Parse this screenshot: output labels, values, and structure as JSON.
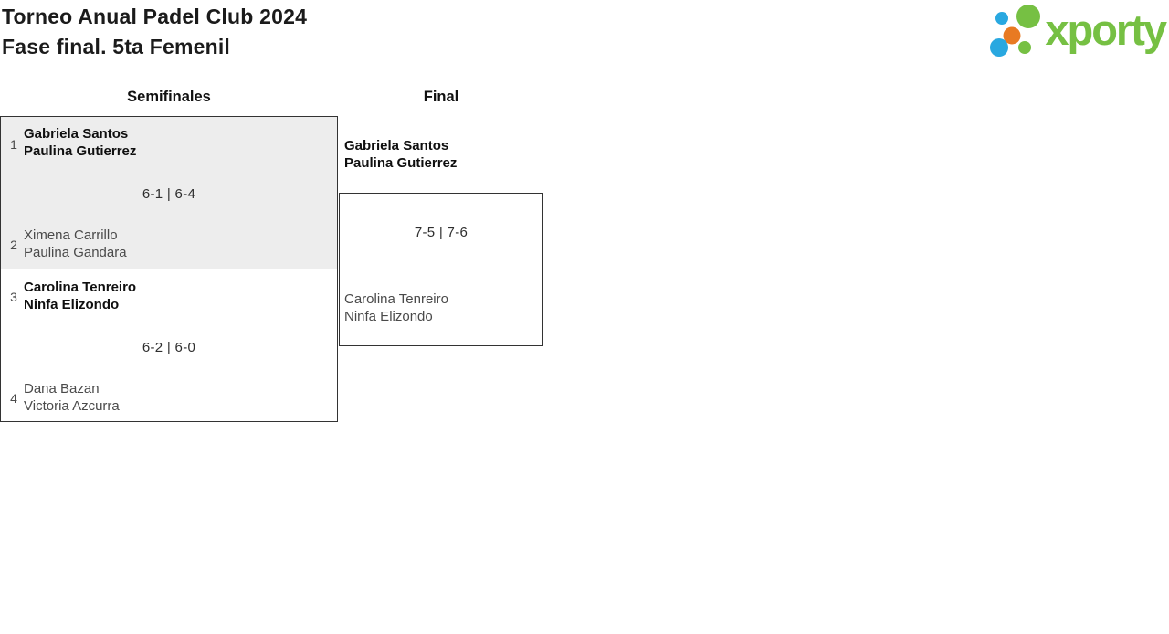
{
  "header": {
    "title_line1": "Torneo Anual Padel Club 2024",
    "title_line2": "Fase final. 5ta Femenil"
  },
  "logo": {
    "text": "xporty"
  },
  "colors": {
    "logo_green": "#76C043",
    "logo_blue": "#29A8E0",
    "logo_orange": "#E87A22",
    "match_highlight_fill": "#EDEDED",
    "box_border": "#333333",
    "winner_text": "#0F0F0F",
    "loser_text": "#4A4A4A"
  },
  "bracket": {
    "rounds": [
      {
        "label": "Semifinales",
        "matches": [
          {
            "score": "6-1 | 6-4",
            "slots": [
              {
                "seed": "1",
                "players": [
                  "Gabriela Santos",
                  "Paulina Gutierrez"
                ],
                "winner": true
              },
              {
                "seed": "2",
                "players": [
                  "Ximena Carrillo",
                  "Paulina Gandara"
                ],
                "winner": false
              }
            ]
          },
          {
            "score": "6-2 | 6-0",
            "slots": [
              {
                "seed": "3",
                "players": [
                  "Carolina Tenreiro",
                  "Ninfa Elizondo"
                ],
                "winner": true
              },
              {
                "seed": "4",
                "players": [
                  "Dana Bazan",
                  "Victoria Azcurra"
                ],
                "winner": false
              }
            ]
          }
        ]
      },
      {
        "label": "Final",
        "matches": [
          {
            "score": "7-5 | 7-6",
            "slots": [
              {
                "players": [
                  "Gabriela Santos",
                  "Paulina Gutierrez"
                ],
                "winner": true
              },
              {
                "players": [
                  "Carolina Tenreiro",
                  "Ninfa Elizondo"
                ],
                "winner": false
              }
            ]
          }
        ]
      }
    ]
  }
}
